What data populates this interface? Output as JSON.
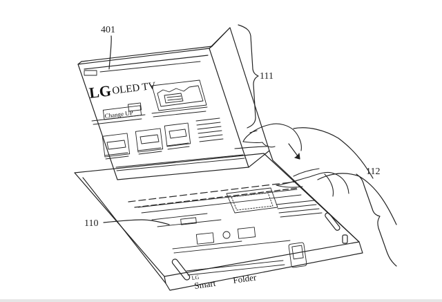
{
  "labels": {
    "upper_panel": "401",
    "upper_housing": "111",
    "lower_housing": "112",
    "fold_display": "110"
  },
  "screen_text": {
    "brand": "LG",
    "product": "OLED TV",
    "headline": "Change UP",
    "footer_brand": "LG",
    "footer_word_1": "Smart",
    "footer_word_2": "Folder"
  },
  "colors": {
    "ink": "#222222",
    "paper": "#ffffff"
  }
}
